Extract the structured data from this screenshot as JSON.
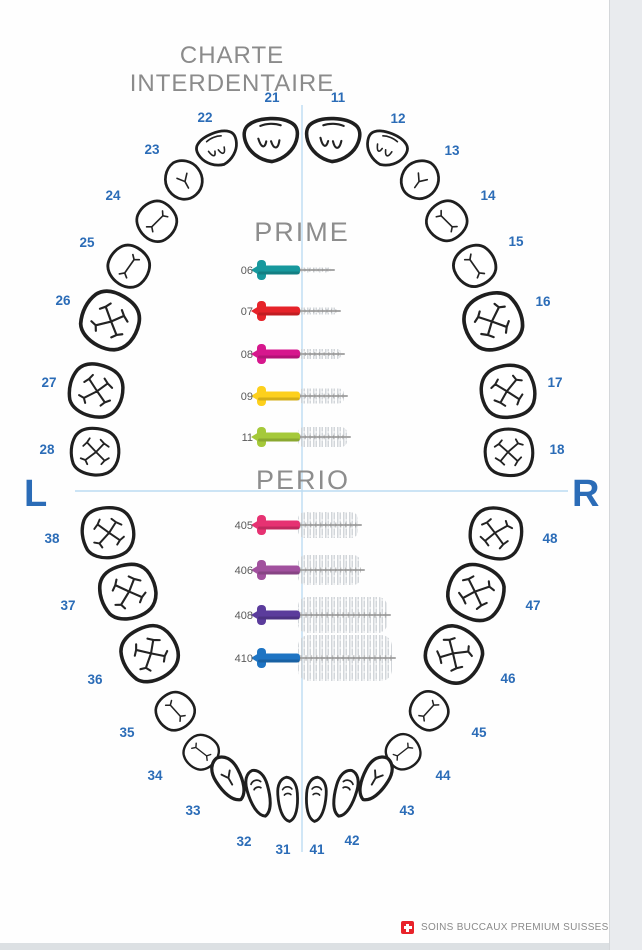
{
  "title": "CHARTE INTERDENTAIRE",
  "sides": {
    "left": "L",
    "right": "R"
  },
  "sections": {
    "prime": "PRIME",
    "perio": "PERIO"
  },
  "teeth": {
    "upper_left": [
      "21",
      "22",
      "23",
      "24",
      "25",
      "26",
      "27",
      "28"
    ],
    "upper_right": [
      "11",
      "12",
      "13",
      "14",
      "15",
      "16",
      "17",
      "18"
    ],
    "lower_left": [
      "38",
      "37",
      "36",
      "35",
      "34",
      "33",
      "32",
      "31"
    ],
    "lower_right": [
      "48",
      "47",
      "46",
      "45",
      "44",
      "43",
      "42",
      "41"
    ]
  },
  "brushes": {
    "prime": [
      {
        "size": "06",
        "color": "#17989d"
      },
      {
        "size": "07",
        "color": "#e62329"
      },
      {
        "size": "08",
        "color": "#d6178d"
      },
      {
        "size": "09",
        "color": "#fdd01d"
      },
      {
        "size": "11",
        "color": "#a5c93a"
      }
    ],
    "perio": [
      {
        "size": "405",
        "color": "#e63272"
      },
      {
        "size": "406",
        "color": "#a1519e"
      },
      {
        "size": "408",
        "color": "#5b3c9c"
      },
      {
        "size": "410",
        "color": "#1e74c3"
      }
    ]
  },
  "footer": {
    "brand_text": "SOINS BUCCAUX PREMIUM SUISSES",
    "flag": "swiss-flag-icon",
    "flag_red": "#e8232a"
  },
  "colors": {
    "number_blue": "#2b6cb7",
    "guide_line_blue": "#bcdcf2",
    "title_gray": "#8b8b8b",
    "page_edge_gray": "#e9ebee"
  }
}
